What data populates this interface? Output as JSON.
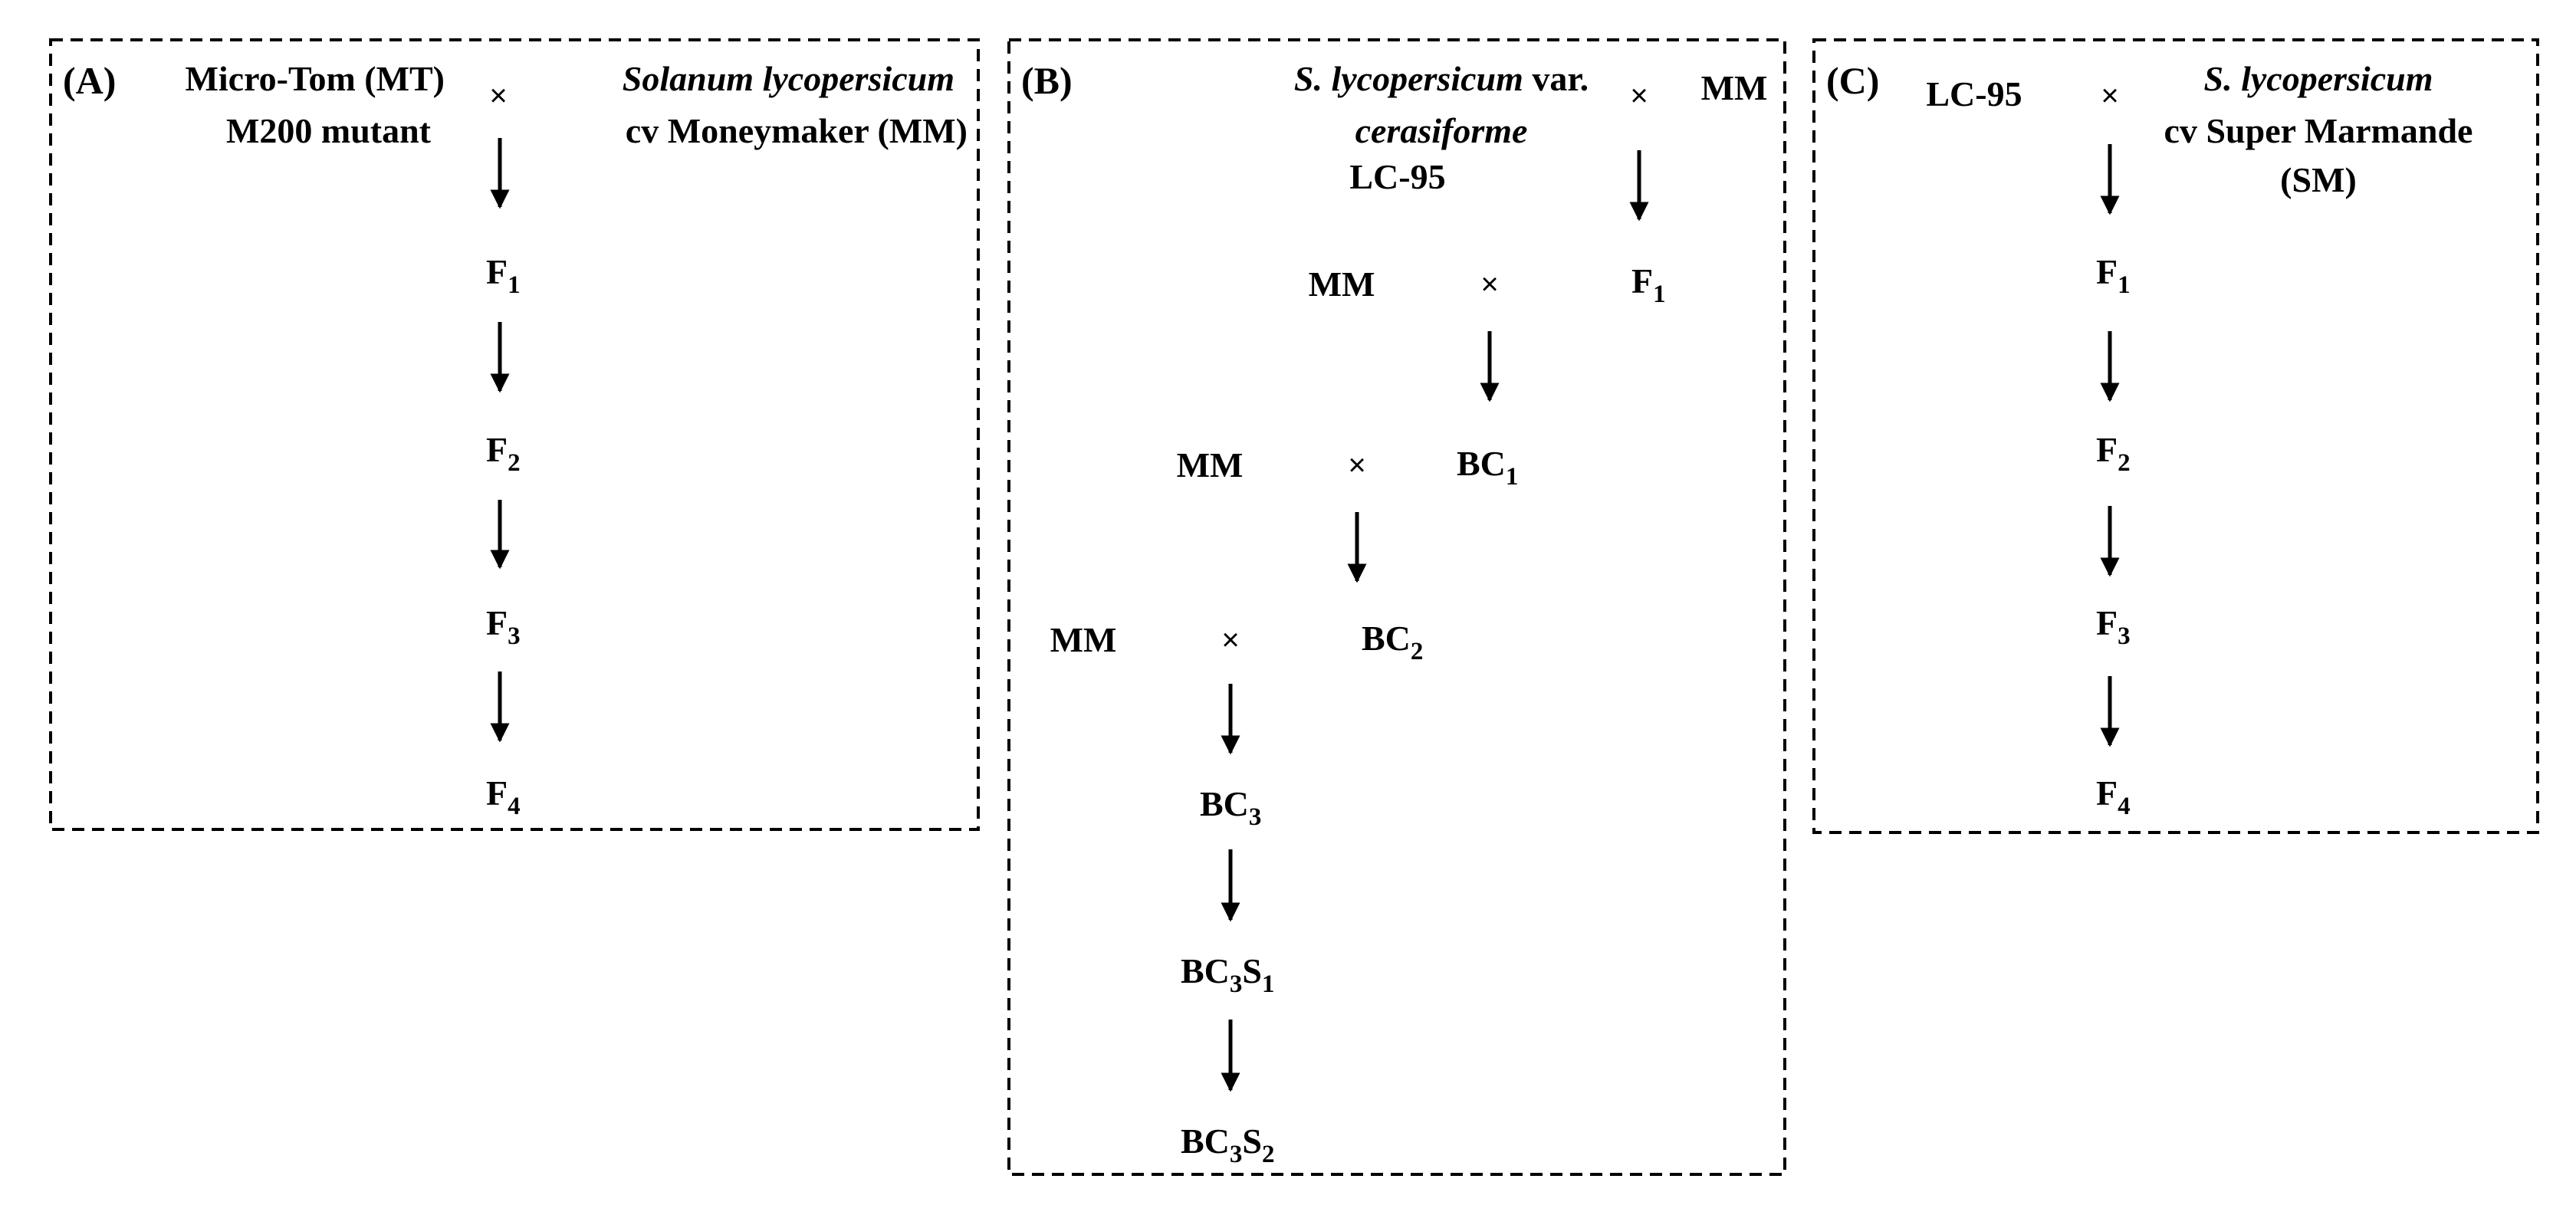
{
  "panels": [
    {
      "label": "(A)",
      "parent_left_line1": "Micro-Tom (MT)",
      "parent_left_line2": "M200 mutant",
      "parent_right_line1": "Solanum lycopersicum",
      "parent_right_line2": "cv Moneymaker (MM)",
      "cross_symbol": "×",
      "generations": [
        {
          "base": "F",
          "sub": "1"
        },
        {
          "base": "F",
          "sub": "2"
        },
        {
          "base": "F",
          "sub": "3"
        },
        {
          "base": "F",
          "sub": "4"
        }
      ]
    },
    {
      "label": "(B)",
      "parent_left_line1_italic": "S. lycopersicum",
      "parent_left_line1_rest": " var.",
      "parent_left_line2": "cerasiforme",
      "parent_left_line3": "LC-95",
      "parent_right": "MM",
      "cross_symbol": "×",
      "recurrent_parent": "MM",
      "f1": {
        "base": "F",
        "sub": "1"
      },
      "bc1": {
        "base": "BC",
        "sub": "1"
      },
      "bc2": {
        "base": "BC",
        "sub": "2"
      },
      "bc3": {
        "base": "BC",
        "sub": "3"
      },
      "bc3s1": {
        "base1": "BC",
        "sub1": "3",
        "base2": "S",
        "sub2": "1"
      },
      "bc3s2": {
        "base1": "BC",
        "sub1": "3",
        "base2": "S",
        "sub2": "2"
      }
    },
    {
      "label": "(C)",
      "parent_left": "LC-95",
      "parent_right_line1": "S. lycopersicum",
      "parent_right_line2": "cv Super Marmande",
      "parent_right_line3": "(SM)",
      "cross_symbol": "×",
      "generations": [
        {
          "base": "F",
          "sub": "1"
        },
        {
          "base": "F",
          "sub": "2"
        },
        {
          "base": "F",
          "sub": "3"
        },
        {
          "base": "F",
          "sub": "4"
        }
      ]
    }
  ]
}
